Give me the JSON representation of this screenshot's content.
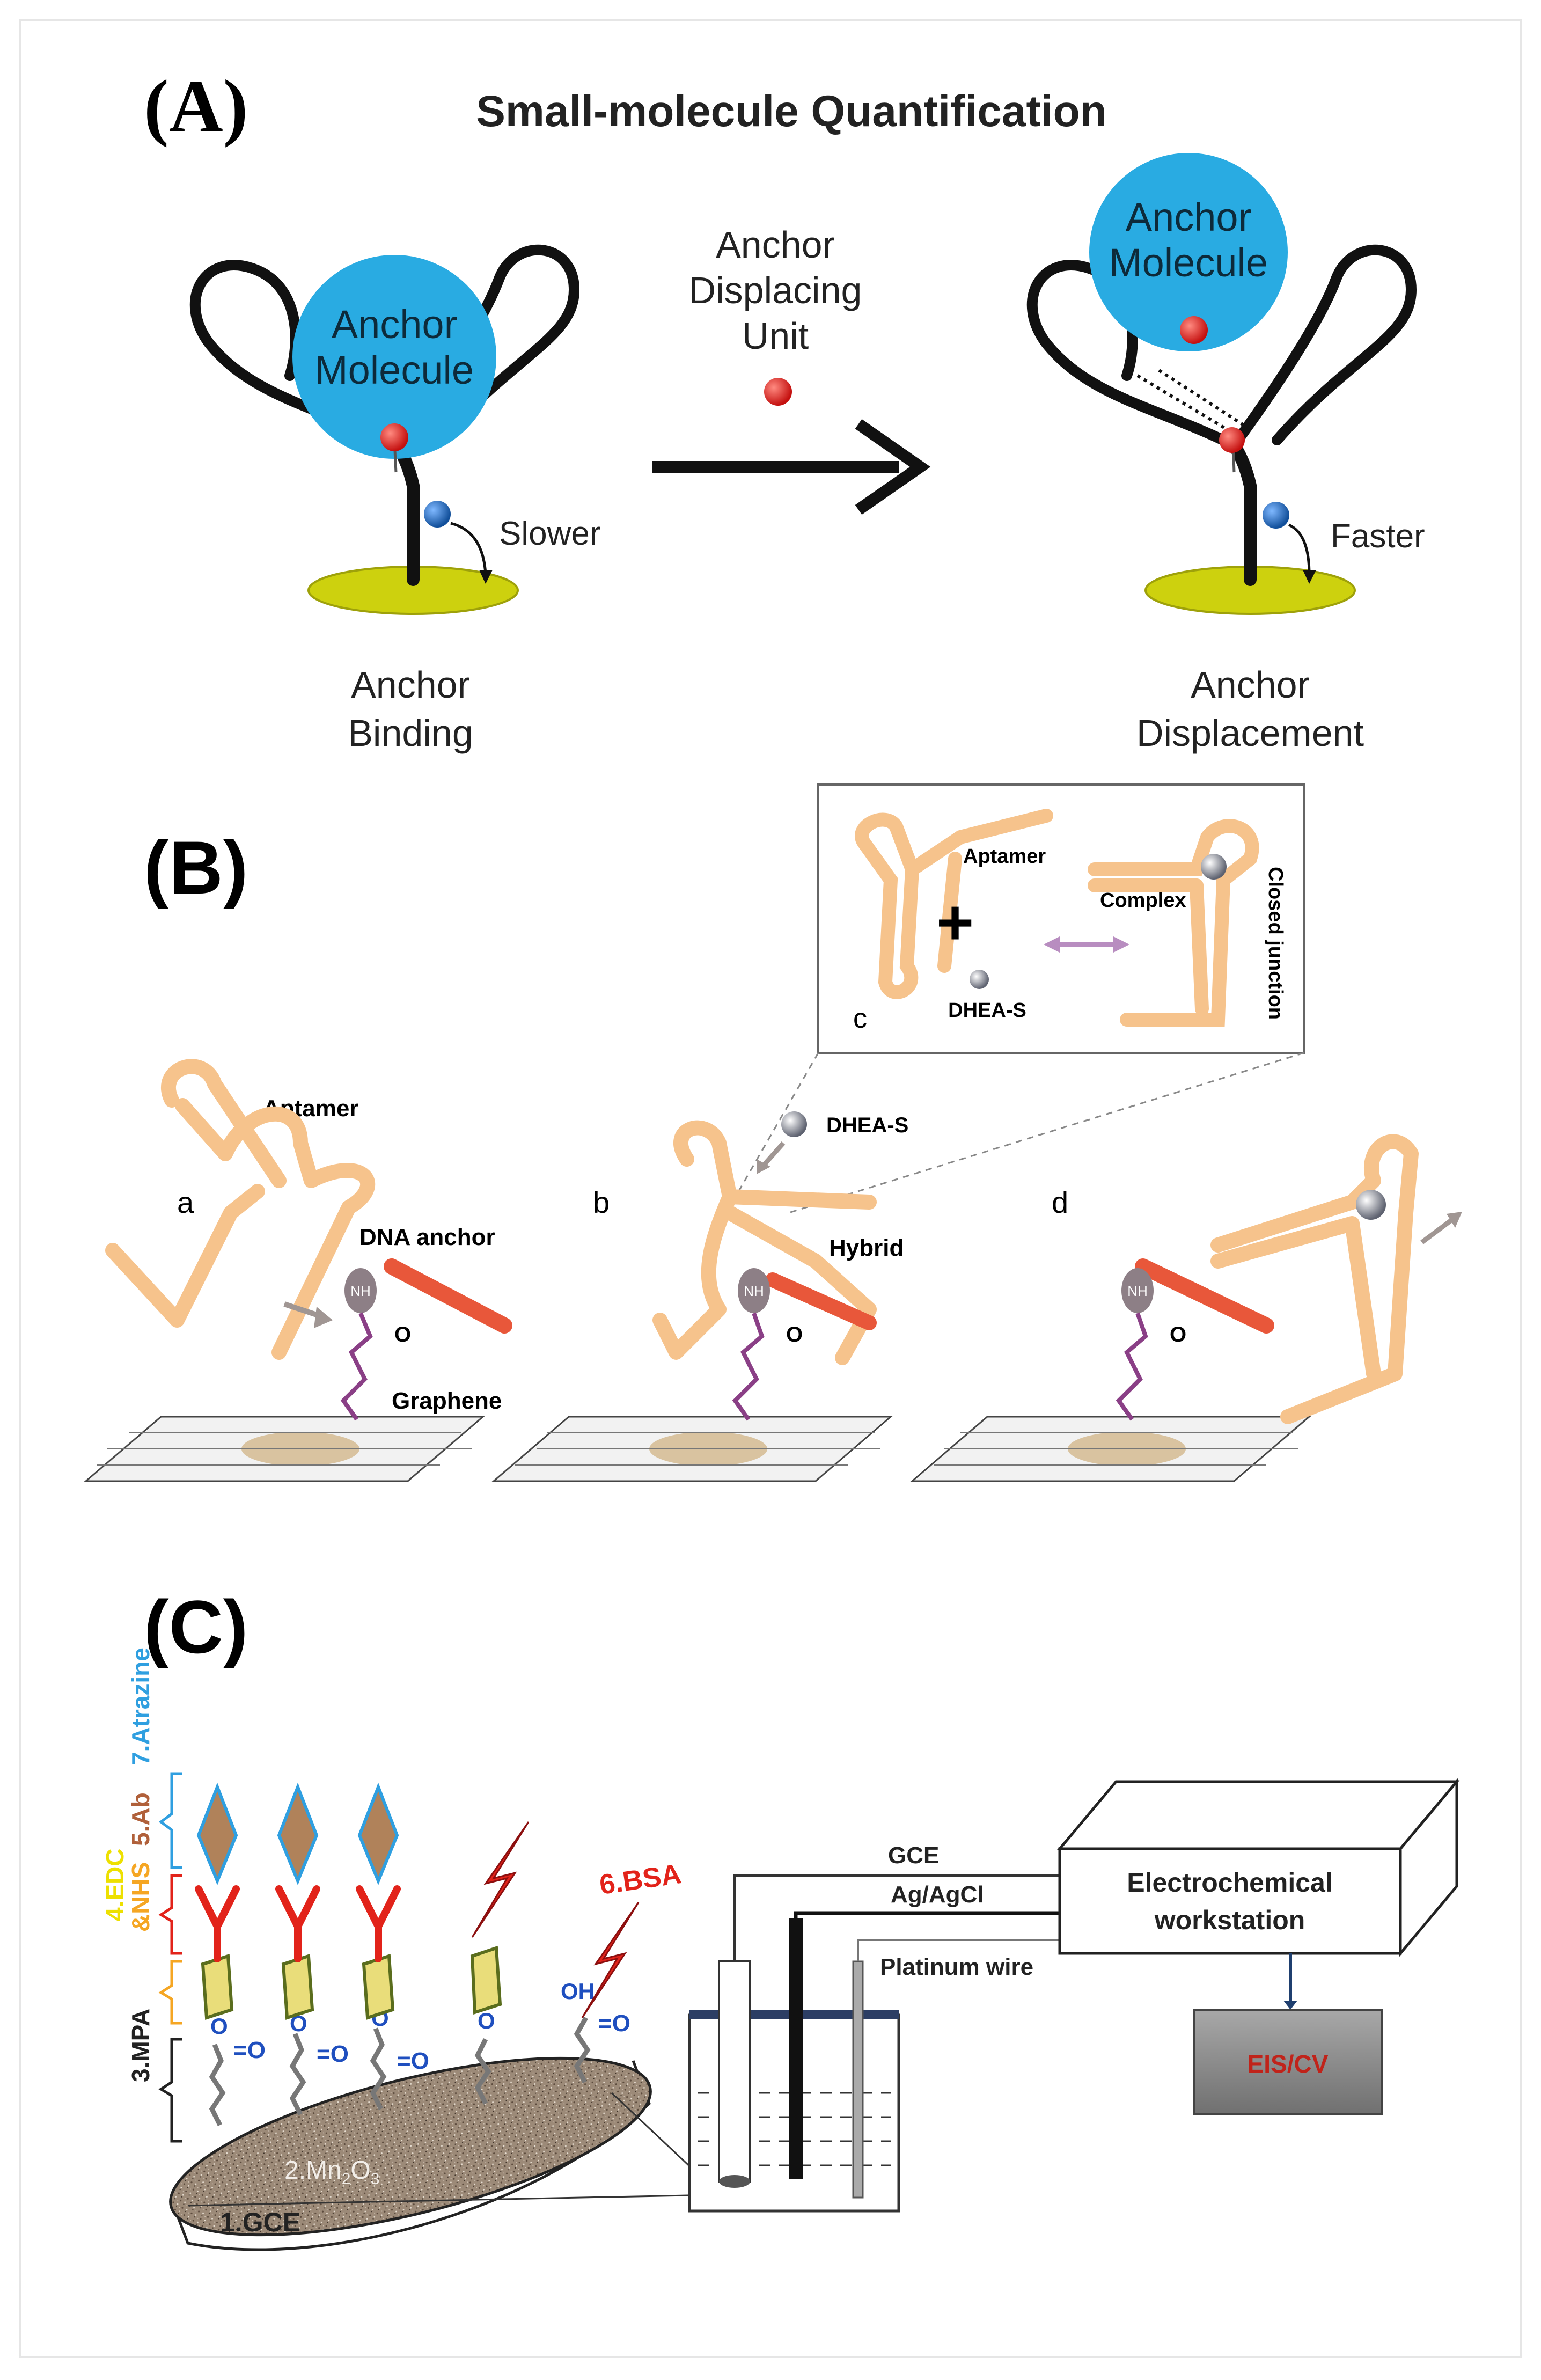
{
  "panelA": {
    "label": "(A)",
    "title": "Small-molecule Quantification",
    "left_molecule_line1": "Anchor",
    "left_molecule_line2": "Molecule",
    "right_molecule_line1": "Anchor",
    "right_molecule_line2": "Molecule",
    "middle_line1": "Anchor",
    "middle_line2": "Displacing",
    "middle_line3": "Unit",
    "slower": "Slower",
    "faster": "Faster",
    "left_caption_line1": "Anchor",
    "left_caption_line2": "Binding",
    "right_caption_line1": "Anchor",
    "right_caption_line2": "Displacement",
    "colors": {
      "anchor_molecule": "#29abe2",
      "displacing_unit": "#e0201f",
      "electrode": "#cdd10e",
      "redox": "#1f6fbf"
    }
  },
  "panelB": {
    "label": "(B)",
    "inset_aptamer": "Aptamer",
    "inset_complex": "Complex",
    "inset_closed_junction": "Closed junction",
    "inset_dhea": "DHEA-S",
    "inset_letter": "c",
    "a_letter": "a",
    "a_aptamer": "Aptamer",
    "a_dna_anchor": "DNA anchor",
    "a_graphene": "Graphene",
    "b_letter": "b",
    "b_dhea": "DHEA-S",
    "b_hybrid": "Hybrid",
    "d_letter": "d",
    "nh": "NH",
    "o": "O",
    "colors": {
      "aptamer_bead": "#f6c38c",
      "anchor_strand": "#e8573a",
      "linker": "#8a3f86"
    }
  },
  "panelC": {
    "label": "(C)",
    "layer_atrazine": "7.Atrazine",
    "layer_ab": "5.Ab",
    "layer_edc": "4.EDC",
    "layer_nhs": "&NHS",
    "layer_mpa": "3.MPA",
    "layer_bsa": "6.BSA",
    "layer_mn2o3": "2.Mn",
    "mn_sub2": "2",
    "mn_o": "O",
    "mn_sub3": "3",
    "layer_gce": "1.GCE",
    "oh": "OH",
    "eq_o": "=O",
    "o_label": "O",
    "cell_gce": "GCE",
    "cell_ref": "Ag/AgCl",
    "cell_counter": "Platinum wire",
    "workstation_line1": "Electrochemical",
    "workstation_line2": "workstation",
    "output": "EIS/CV",
    "colors": {
      "atrazine": "#2f9fe0",
      "antibody": "#e2231a",
      "edc": "#f2e600",
      "nhs": "#f5a623",
      "bsa": "#e2231a",
      "output_box": "#8c8c8c"
    }
  }
}
